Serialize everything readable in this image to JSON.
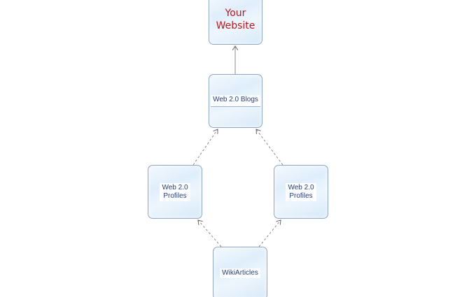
{
  "nodes": {
    "website": {
      "label": "Your\nWebsite"
    },
    "blogs": {
      "label": "Web 2.0 Blogs"
    },
    "profiles_left": {
      "label": "Web 2.0\nProfiles"
    },
    "profiles_right": {
      "label": "Web 2.0\nProfiles"
    },
    "wiki": {
      "label": "WikiArticles"
    }
  },
  "colors": {
    "website_text": "#c0141c",
    "node_text": "#2a3f78",
    "node_border": "#8fa6c8",
    "link_line": "#888888"
  }
}
